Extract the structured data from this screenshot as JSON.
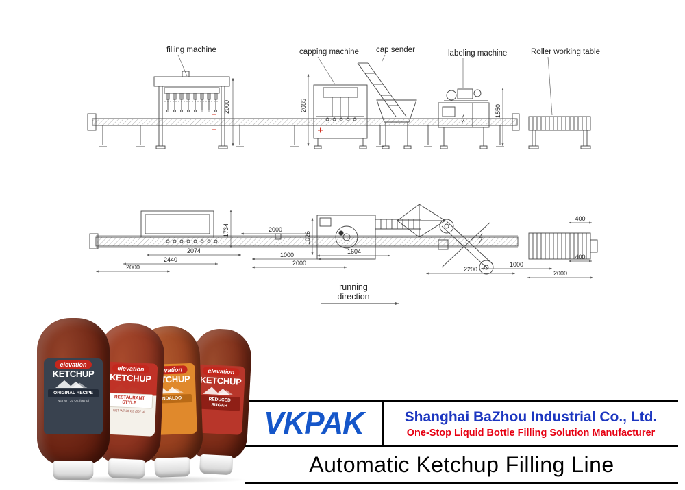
{
  "drawing": {
    "machine_labels": {
      "filling": "filling machine",
      "capping": "capping machine",
      "cap_sender": "cap sender",
      "labeling": "labeling machine",
      "roller": "Roller working table"
    },
    "elevation_dims": {
      "filling_height": "2000",
      "capping_height": "2085",
      "labeling_height": "1550"
    },
    "plan_dims": {
      "infeed": "2000",
      "filling_width": "2074",
      "filling_total": "2440",
      "filling_depth": "1734",
      "gap1": "2000",
      "capping_depth": "1026",
      "gap2": "1000",
      "capping_width": "1604",
      "capping_total": "2000",
      "labeling_total": "2200",
      "outfeed_gap": "1000",
      "roller_length": "2000",
      "roller_width_top": "400",
      "roller_width_bottom": "400"
    },
    "running_direction": {
      "line1": "running",
      "line2": "direction"
    }
  },
  "bottles": [
    {
      "brand": "elevation",
      "name": "KETCHUP",
      "variant": "ORIGINAL RECIPE",
      "net": "NET WT 20 OZ (567 g)"
    },
    {
      "brand": "elevation",
      "name": "KETCHUP",
      "variant": "RESTAURANT STYLE",
      "net": "NET WT 20 OZ (567 g)"
    },
    {
      "brand": "elevation",
      "name": "KETCHUP",
      "variant": "VINDALOO"
    },
    {
      "brand": "elevation",
      "name": "KETCHUP",
      "variant": "REDUCED SUGAR"
    }
  ],
  "company": {
    "logo": "VKPAK",
    "name": "Shanghai BaZhou Industrial Co., Ltd.",
    "tagline": "One-Stop Liquid Bottle Filling Solution Manufacturer",
    "title": "Automatic Ketchup Filling Line"
  },
  "colors": {
    "logo_blue": "#1556c9",
    "company_blue": "#1c36c0",
    "accent_red": "#e60012",
    "ketchup_brown": "#6d2514",
    "drawing_line": "#444444"
  }
}
